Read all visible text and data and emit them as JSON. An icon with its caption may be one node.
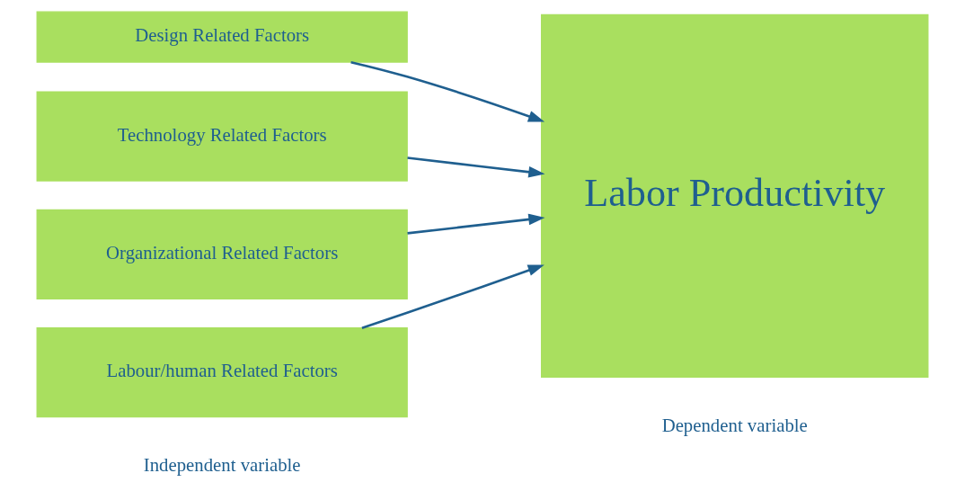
{
  "diagram": {
    "nodes": [
      {
        "text": [
          "Design Related Factors"
        ]
      },
      {
        "text": [
          "Technology Related Factors"
        ]
      },
      {
        "text": [
          "Organizational Related Factors"
        ]
      },
      {
        "text": [
          "Labour/human Related Factors"
        ]
      },
      {
        "text": [
          "Labor Productivity"
        ],
        "beside": [
          "Dependent variable"
        ]
      }
    ],
    "edges": [
      {
        "from": 0,
        "to": 4,
        "arrow": "to"
      },
      {
        "from": 1,
        "to": 4,
        "arrow": "to"
      },
      {
        "from": 2,
        "to": 4,
        "arrow": "to"
      },
      {
        "from": 3,
        "to": 4,
        "arrow": "to"
      }
    ],
    "labels": [
      "Independent variable"
    ]
  }
}
